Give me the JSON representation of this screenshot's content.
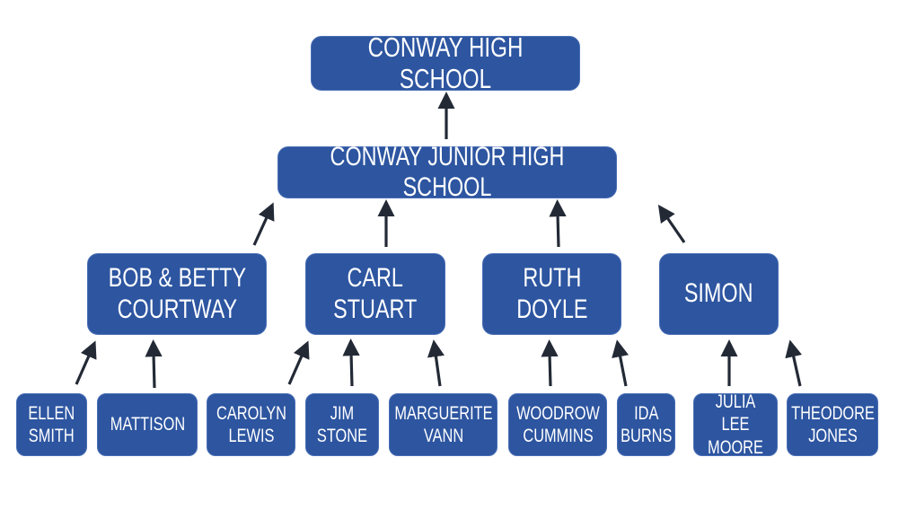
{
  "colors": {
    "box": "#2d55a0",
    "arrow": "#232a36",
    "text": "#ffffff"
  },
  "root": {
    "label": "CONWAY HIGH SCHOOL"
  },
  "junior": {
    "label": "CONWAY JUNIOR HIGH SCHOOL"
  },
  "families": [
    {
      "label": "BOB & BETTY\nCOURTWAY"
    },
    {
      "label": "CARL\nSTUART"
    },
    {
      "label": "RUTH\nDOYLE"
    },
    {
      "label": "SIMON"
    }
  ],
  "children": [
    {
      "label": "ELLEN\nSMITH",
      "parent": "BOB & BETTY COURTWAY"
    },
    {
      "label": "MATTISON",
      "parent": "BOB & BETTY COURTWAY"
    },
    {
      "label": "CAROLYN\nLEWIS",
      "parent": "CARL STUART"
    },
    {
      "label": "JIM\nSTONE",
      "parent": "CARL STUART"
    },
    {
      "label": "MARGUERITE\nVANN",
      "parent": "CARL STUART"
    },
    {
      "label": "WOODROW\nCUMMINS",
      "parent": "RUTH DOYLE"
    },
    {
      "label": "IDA\nBURNS",
      "parent": "RUTH DOYLE"
    },
    {
      "label": "JULIA LEE\nMOORE",
      "parent": "SIMON"
    },
    {
      "label": "THEODORE\nJONES",
      "parent": "SIMON"
    }
  ]
}
